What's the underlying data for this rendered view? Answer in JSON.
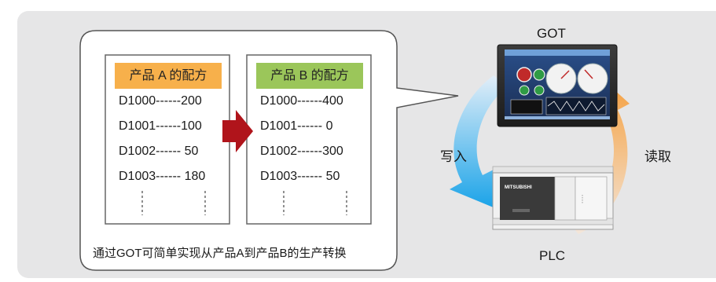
{
  "recipe_a": {
    "title": "产品 A 的配方",
    "title_color": "#f7b04b",
    "rows": [
      "D1000------200",
      "D1001------100",
      "D1002------ 50",
      "D1003------ 180"
    ]
  },
  "recipe_b": {
    "title": "产品 B 的配方",
    "title_color": "#9bc65a",
    "rows": [
      "D1000------400",
      "D1001------ 0",
      "D1002------300",
      "D1003------ 50"
    ]
  },
  "caption": "通过GOT可简单实现从产品A到产品B的生产转换",
  "devices": {
    "got_label": "GOT",
    "plc_label": "PLC",
    "plc_brand": "MITSUBISHI"
  },
  "arrows": {
    "write_label": "写入",
    "read_label": "读取",
    "write_color": "#1aa3e8",
    "read_color": "#f5a040"
  },
  "transfer_arrow_color": "#b0141b"
}
